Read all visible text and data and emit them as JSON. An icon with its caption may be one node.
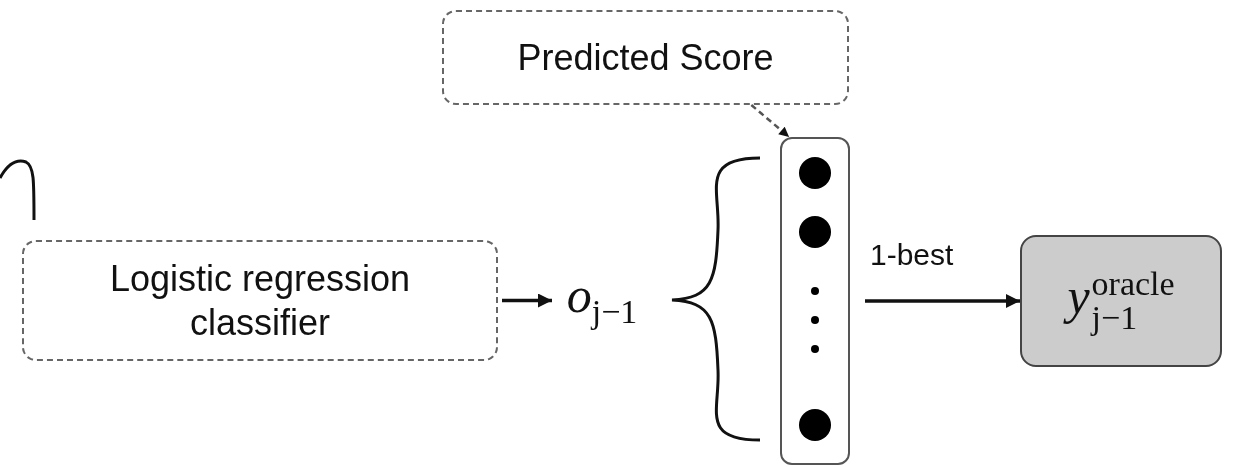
{
  "diagram": {
    "nodes": [
      {
        "text": [
          "Predicted Score"
        ]
      },
      {
        "text": [
          "Logistic regression classifier"
        ]
      },
      {
        "text": [
          "o$_{j−1}$"
        ]
      },
      {
        "text": [],
        "shape": "box"
      },
      {
        "text": [
          "y$^{oracle}$$_{j−1}$"
        ]
      }
    ],
    "edges": [
      {
        "from": 0,
        "to": 3,
        "arrow": "to",
        "style": "dashed"
      },
      {
        "from": 1,
        "to": 2,
        "arrow": "to"
      },
      {
        "from": 3,
        "to": 4,
        "arrow": "to",
        "label": "1-best"
      }
    ]
  }
}
